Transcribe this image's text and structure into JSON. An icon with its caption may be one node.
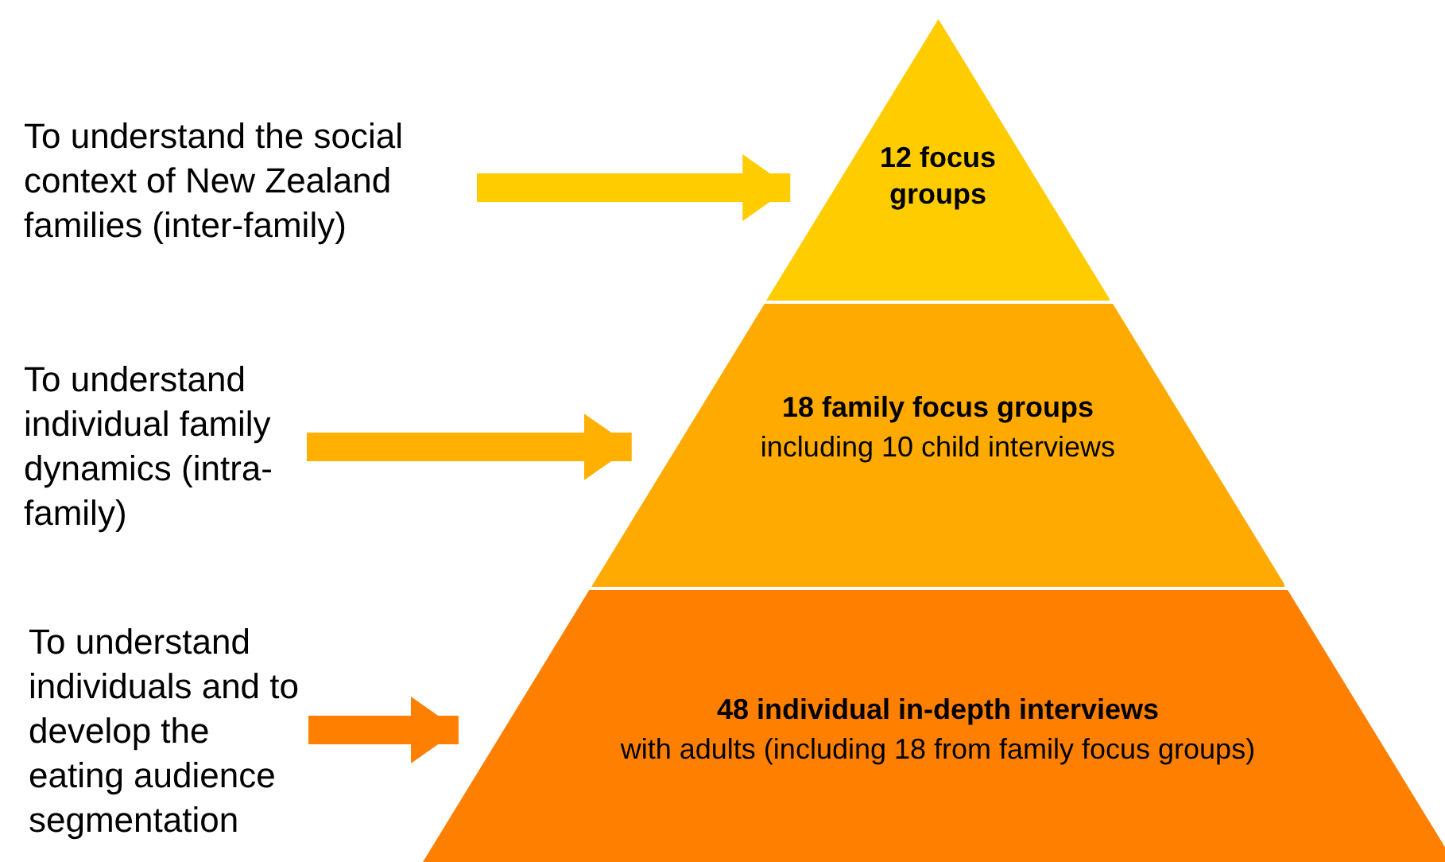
{
  "diagram": {
    "nodes": [
      {
        "text": [
          "To understand the social context of New Zealand families (inter-family)"
        ]
      },
      {
        "text": [
          "12 focus groups"
        ]
      },
      {
        "text": [
          "To understand individual family dynamics (intra-family)"
        ]
      },
      {
        "text": [
          "18 family focus groups",
          "including 10 child interviews"
        ]
      },
      {
        "text": [
          "To understand individuals and to develop the eating audience segmentation"
        ]
      },
      {
        "text": [
          "48 individual in-depth interviews",
          "with adults (including 18 from family focus groups)"
        ]
      }
    ],
    "edges": [
      {
        "from": 0,
        "to": 1,
        "arrow": "to",
        "color": "#ffcc00"
      },
      {
        "from": 2,
        "to": 3,
        "arrow": "to",
        "color": "#ffb000"
      },
      {
        "from": 4,
        "to": 5,
        "arrow": "to",
        "color": "#ff8000"
      }
    ]
  }
}
